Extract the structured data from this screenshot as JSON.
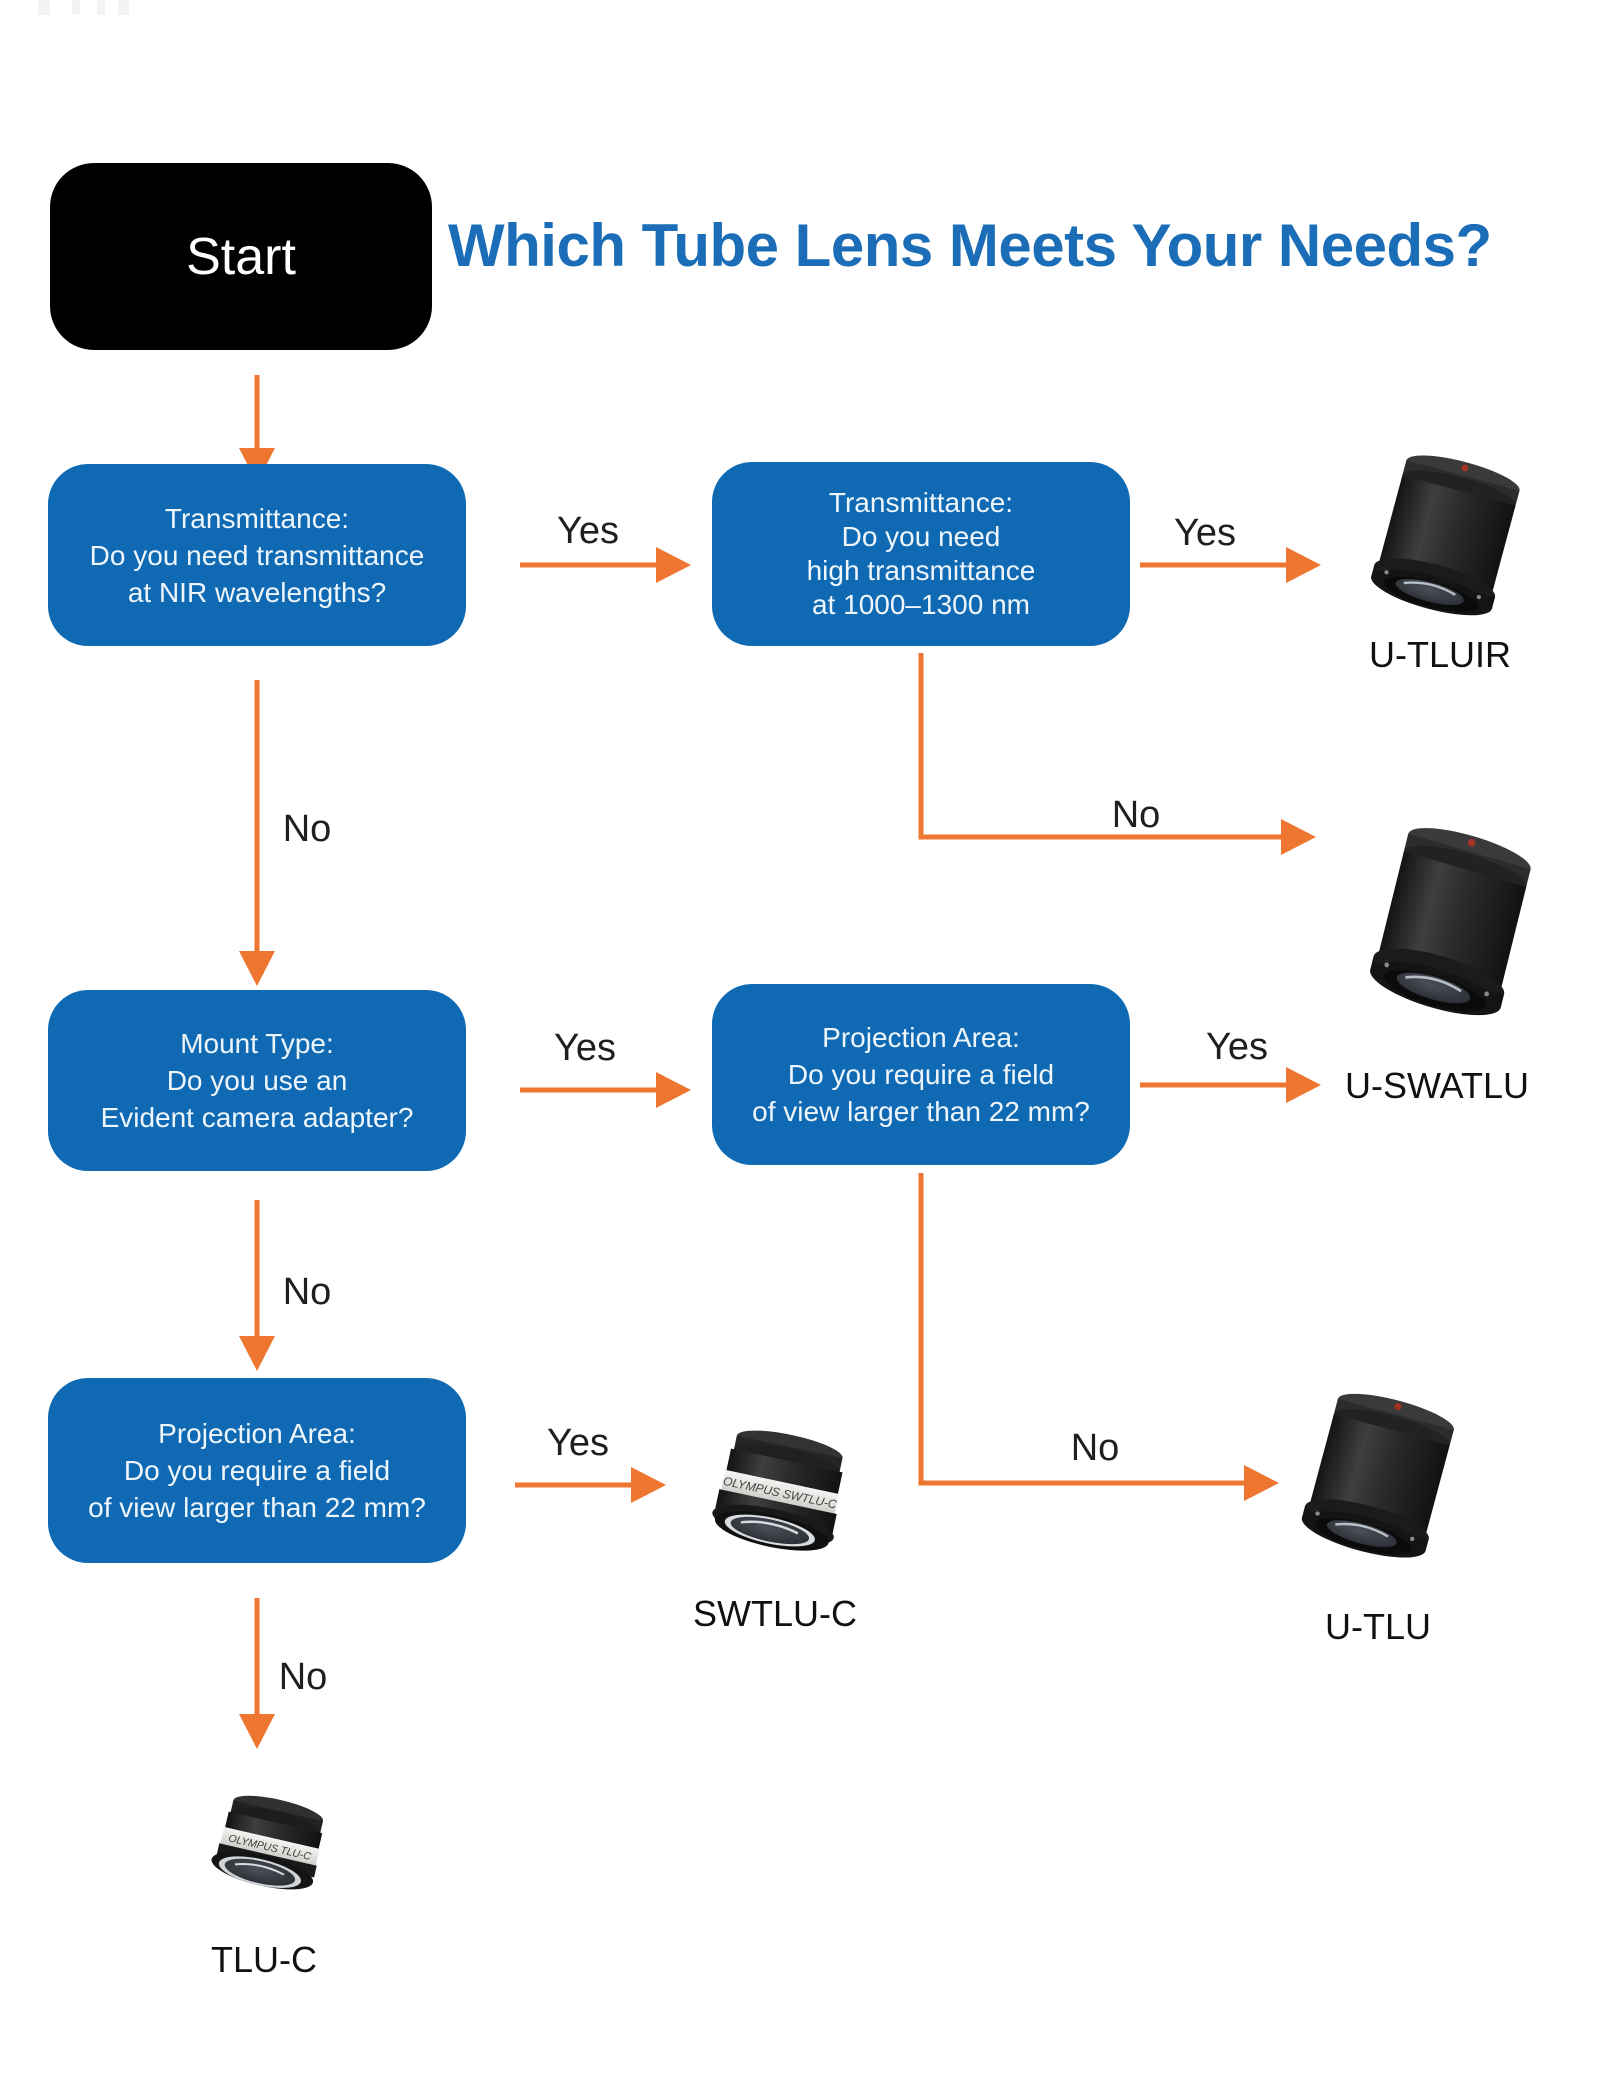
{
  "title": {
    "text": "Which Tube Lens Meets Your Needs?"
  },
  "start": {
    "label": "Start"
  },
  "nodes": {
    "q1_transmittance_nir": {
      "lines": [
        "Transmittance:",
        "Do you need transmittance",
        "at NIR wavelengths?"
      ]
    },
    "q2_high_transmittance": {
      "lines": [
        "Transmittance:",
        "Do you need",
        "high transmittance",
        "at 1000–1300 nm"
      ]
    },
    "q3_mount_type": {
      "lines": [
        "Mount Type:",
        "Do you use an",
        "Evident camera adapter?"
      ]
    },
    "q4_projection_area_adapter": {
      "lines": [
        "Projection Area:",
        "Do you require a field",
        "of view larger than 22 mm?"
      ]
    },
    "q5_projection_area_direct": {
      "lines": [
        "Projection Area:",
        "Do you require a field",
        "of view larger than 22 mm?"
      ]
    }
  },
  "edge_labels": {
    "yes": "Yes",
    "no": "No"
  },
  "products": {
    "u_tluir": {
      "name": "U-TLUIR"
    },
    "u_swatlu": {
      "name": "U-SWATLU"
    },
    "swtlu_c": {
      "name": "SWTLU-C",
      "band_text": "OLYMPUS  SWTLU-C"
    },
    "u_tlu": {
      "name": "U-TLU"
    },
    "tlu_c": {
      "name": "TLU-C",
      "band_text": "OLYMPUS  TLU-C"
    }
  },
  "colors": {
    "box_blue": "#0f6ab3",
    "title_blue": "#1a6db6",
    "arrow_orange": "#ee7630"
  }
}
